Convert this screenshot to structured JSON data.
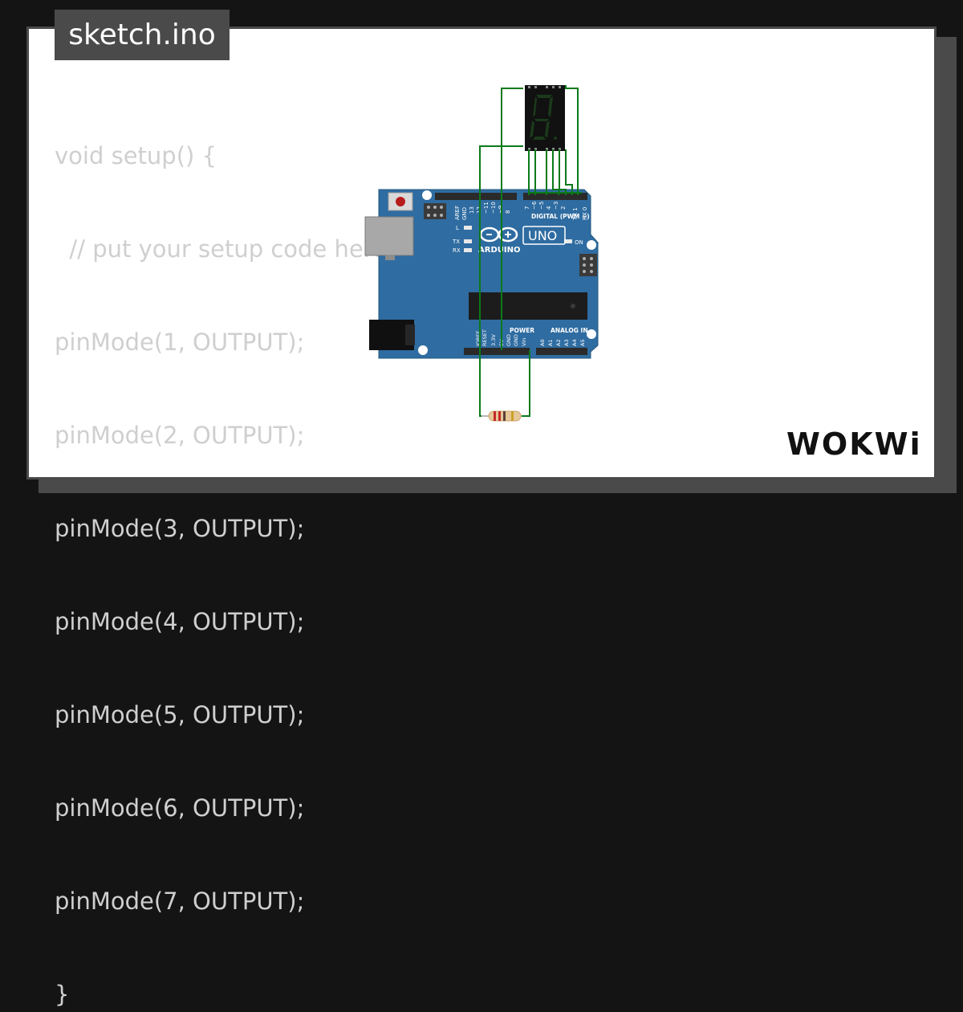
{
  "file_tab": {
    "label": "sketch.ino"
  },
  "code_lines": [
    "void setup() {",
    "  // put your setup code here, to run once:",
    "pinMode(1, OUTPUT);",
    "pinMode(2, OUTPUT);",
    "pinMode(3, OUTPUT);",
    "pinMode(4, OUTPUT);",
    "pinMode(5, OUTPUT);",
    "pinMode(6, OUTPUT);",
    "pinMode(7, OUTPUT);",
    "}"
  ],
  "board": {
    "logo_text": "ARDUINO",
    "model": "UNO",
    "digital_header_label": "DIGITAL (PWM ~)",
    "power_label": "POWER",
    "analog_label": "ANALOG IN",
    "on_label": "ON",
    "led_labels": {
      "l": "L",
      "tx": "TX",
      "rx": "RX"
    },
    "left_pin_labels": [
      "AREF",
      "GND"
    ],
    "digital_pin_labels": [
      "13",
      "12",
      "~11",
      "~10",
      "~9",
      "8",
      "7",
      "~6",
      "~5",
      "4",
      "~3",
      "2",
      "TX 1",
      "RX 0"
    ],
    "power_pin_labels": [
      "IOREF",
      "RESET",
      "3.3V",
      "5V",
      "GND",
      "GND",
      "Vin"
    ],
    "analog_pin_labels": [
      "A0",
      "A1",
      "A2",
      "A3",
      "A4",
      "A5"
    ]
  },
  "brand": {
    "name": "WOKWi"
  },
  "colors": {
    "wire": "#0b7a1a",
    "board": "#2f6ca1",
    "segment_off": "#1b3a1b",
    "code_text": "#cfcfcf",
    "chrome": "#4a4a4a"
  }
}
